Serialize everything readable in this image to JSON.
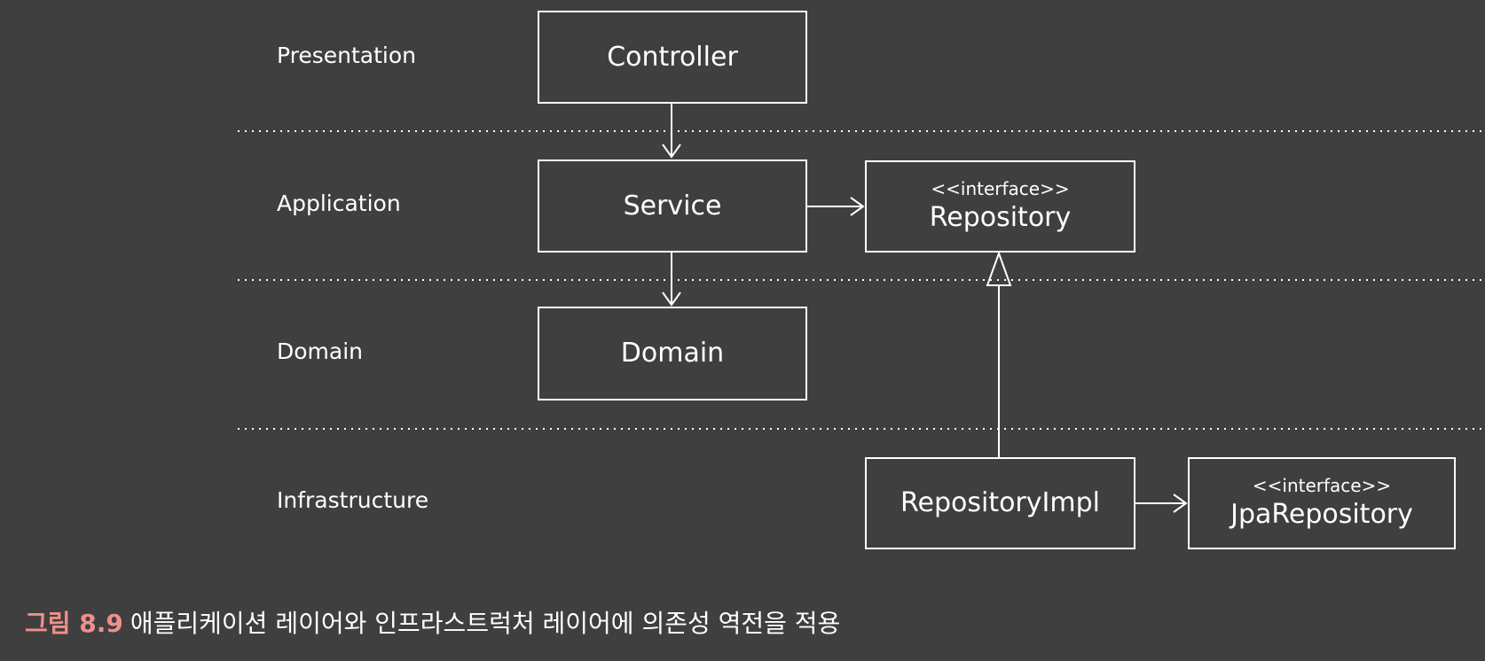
{
  "layers": [
    {
      "id": "presentation",
      "label": "Presentation"
    },
    {
      "id": "application",
      "label": "Application"
    },
    {
      "id": "domain",
      "label": "Domain"
    },
    {
      "id": "infrastructure",
      "label": "Infrastructure"
    }
  ],
  "boxes": {
    "controller": {
      "stereotype": "",
      "name": "Controller"
    },
    "service": {
      "stereotype": "",
      "name": "Service"
    },
    "repository": {
      "stereotype": "<<interface>>",
      "name": "Repository"
    },
    "domain": {
      "stereotype": "",
      "name": "Domain"
    },
    "repository_impl": {
      "stereotype": "",
      "name": "RepositoryImpl"
    },
    "jpa_repository": {
      "stereotype": "<<interface>>",
      "name": "JpaRepository"
    }
  },
  "caption": {
    "number": "그림 8.9",
    "text": "애플리케이션 레이어와 인프라스트럭처 레이어에 의존성 역전을 적용"
  },
  "colors": {
    "background": "#3f3f3f",
    "line": "#ffffff",
    "caption_accent": "#f08f89"
  }
}
